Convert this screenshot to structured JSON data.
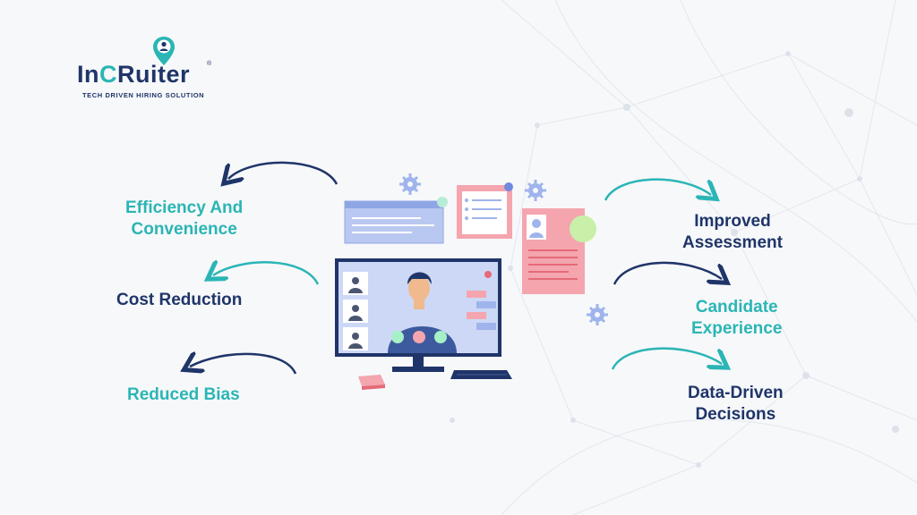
{
  "brand": {
    "name_part1": "In",
    "name_accent": "C",
    "name_part2": "Ruiter",
    "name_display": "InCRuiter",
    "registered": "®",
    "tagline": "TECH DRIVEN HIRING SOLUTION",
    "logo_icon": "map-pin-person-icon"
  },
  "benefits_left": [
    {
      "label_line1": "Efficiency And",
      "label_line2": "Convenience",
      "color": "#2bb5b5"
    },
    {
      "label_line1": "Cost Reduction",
      "label_line2": "",
      "color": "#1f3569"
    },
    {
      "label_line1": "Reduced Bias",
      "label_line2": "",
      "color": "#2bb5b5"
    }
  ],
  "benefits_right": [
    {
      "label_line1": "Improved",
      "label_line2": "Assessment",
      "color": "#1f3569"
    },
    {
      "label_line1": "Candidate",
      "label_line2": "Experience",
      "color": "#2bb5b5"
    },
    {
      "label_line1": "Data-Driven",
      "label_line2": "Decisions",
      "color": "#1f3569"
    }
  ],
  "colors": {
    "navy": "#1f3569",
    "teal": "#2bb5b5",
    "pink": "#f4a5ae",
    "lavender": "#b9c8f0",
    "background": "#f7f8fa"
  },
  "illustration": {
    "icons": [
      "gear-icon",
      "video-call-monitor-icon",
      "resume-card-icon",
      "chat-bubble-icon",
      "keyboard-icon",
      "book-icon"
    ]
  }
}
